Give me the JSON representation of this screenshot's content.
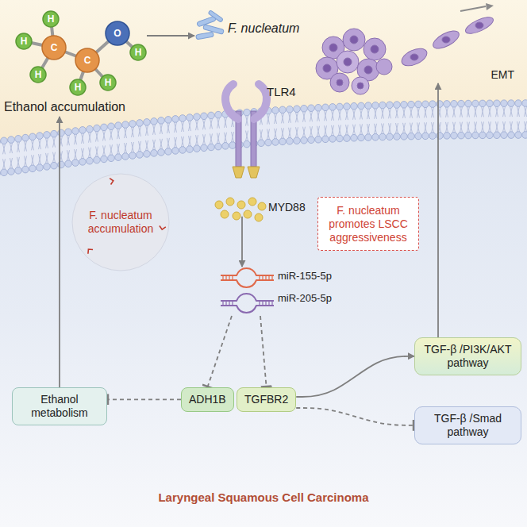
{
  "diagram": {
    "caption": "Laryngeal Squamous Cell Carcinoma",
    "nodes": [
      {
        "text": [
          "Ethanol accumulation"
        ]
      },
      {
        "text": [
          "F. nucleatum"
        ]
      },
      {
        "text": [
          "TLR4"
        ]
      },
      {
        "text": [
          "MYD88"
        ]
      },
      {
        "text": [
          "miR-155-5p",
          "miR-205-5p"
        ]
      },
      {
        "text": [
          "F. nucleatum accumulation"
        ]
      },
      {
        "text": [
          "F. nucleatum promotes LSCC aggressiveness"
        ]
      },
      {
        "text": [
          "Ethanol metabolism"
        ]
      },
      {
        "text": [
          "ADH1B"
        ]
      },
      {
        "text": [
          "TGFBR2"
        ]
      },
      {
        "text": [
          "TGF-β /PI3K/AKT pathway"
        ]
      },
      {
        "text": [
          "TGF-β /Smad pathway"
        ]
      },
      {
        "text": [
          "EMT"
        ]
      }
    ],
    "edges": [
      {
        "from": 0,
        "to": 1,
        "arrow": "to"
      },
      {
        "from": 3,
        "to": 4,
        "arrow": "to"
      },
      {
        "from": 4,
        "to": 8,
        "arrow": "to"
      },
      {
        "from": 4,
        "to": 9,
        "arrow": "to"
      },
      {
        "from": 8,
        "to": 7,
        "arrow": "to"
      },
      {
        "from": 7,
        "to": 0,
        "arrow": "to"
      },
      {
        "from": 9,
        "to": 10,
        "arrow": "to"
      },
      {
        "from": 9,
        "to": 11,
        "arrow": "to"
      },
      {
        "from": 10,
        "to": 12,
        "arrow": "to"
      }
    ],
    "labels": [
      "H",
      "H",
      "H",
      "C",
      "H",
      "H",
      "C",
      "O",
      "H"
    ]
  }
}
